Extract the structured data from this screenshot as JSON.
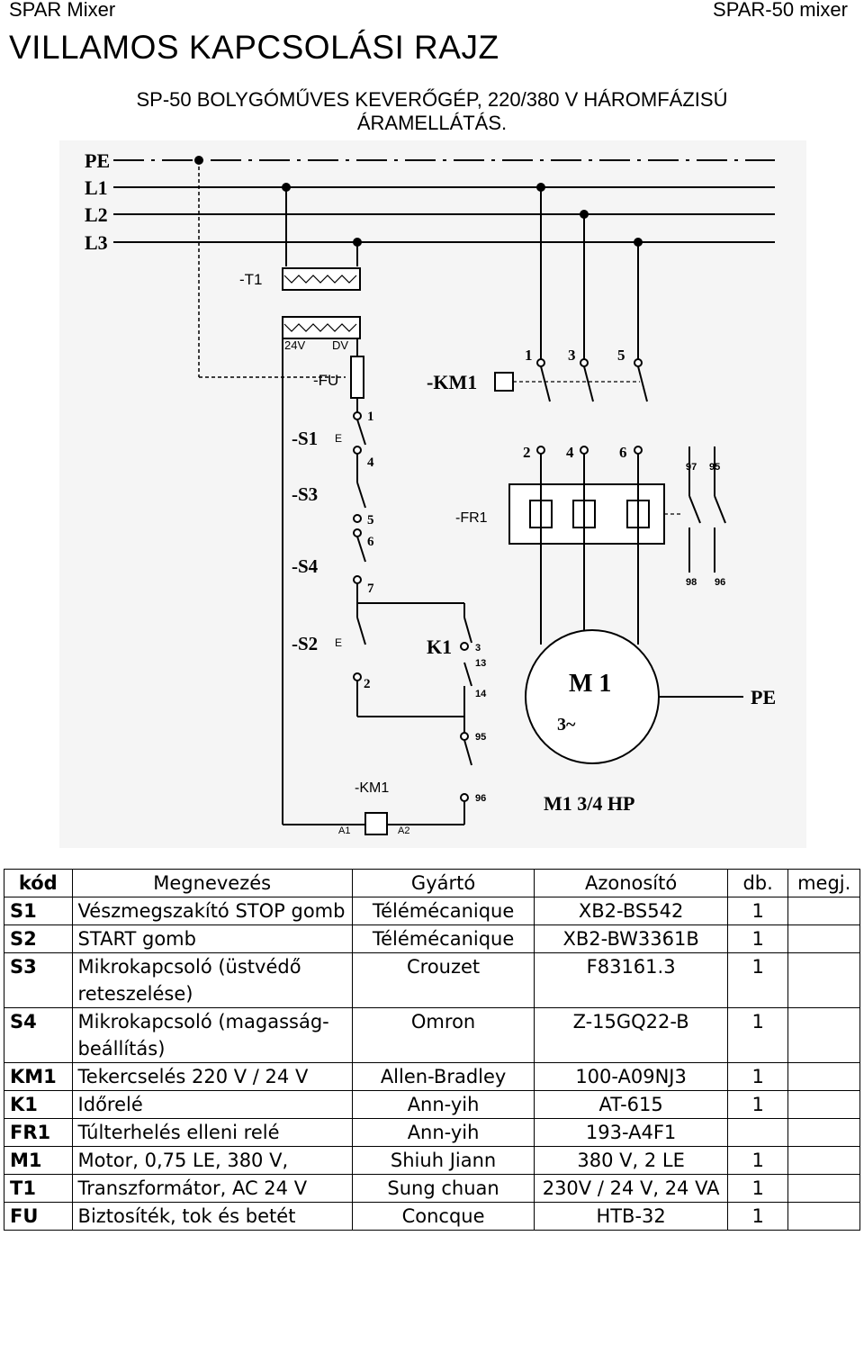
{
  "header": {
    "left": "SPAR Mixer",
    "right": "SPAR-50 mixer",
    "title": "VILLAMOS KAPCSOLÁSI RAJZ",
    "subtitle_line1": "SP-50 BOLYGÓMŰVES KEVERŐGÉP, 220/380 V HÁROMFÁZISÚ",
    "subtitle_line2": "ÁRAMELLÁTÁS."
  },
  "schematic": {
    "rails": [
      "PE",
      "L1",
      "L2",
      "L3"
    ],
    "transformer": "-T1",
    "transformer_out_left": "24V",
    "transformer_out_right": "DV",
    "fuse": "-FU",
    "s1": "-S1",
    "s3": "-S3",
    "s4": "-S4",
    "s2": "-S2",
    "k1": "K1",
    "km1_top": "-KM1",
    "km1_coil": "-KM1",
    "fr1": "-FR1",
    "e1": "E",
    "e2": "E",
    "n1": "1",
    "n4": "4",
    "n5": "5",
    "n6": "6",
    "n7": "7",
    "n2": "2",
    "p1": "1",
    "p3": "3",
    "p5": "5",
    "p2": "2",
    "p4": "4",
    "p6": "6",
    "k3": "3",
    "k13": "13",
    "k14": "14",
    "c95": "95",
    "c96": "96",
    "a1": "A1",
    "a2": "A2",
    "fr97": "97",
    "fr95": "95",
    "fr98": "98",
    "fr96": "96",
    "motor": "M 1",
    "motor_phase": "3~",
    "motor_pe": "PE",
    "motor_rating": "M1  3/4 HP"
  },
  "table": {
    "headers": [
      "kód",
      "Megnevezés",
      "Gyártó",
      "Azonosító",
      "db.",
      "megj."
    ],
    "rows": [
      {
        "code": "S1",
        "name": "Vészmegszakító STOP gomb",
        "manufacturer": "Télémécanique",
        "id": "XB2-BS542",
        "qty": "1",
        "note": ""
      },
      {
        "code": "S2",
        "name": "START gomb",
        "manufacturer": "Télémécanique",
        "id": "XB2-BW3361B",
        "qty": "1",
        "note": ""
      },
      {
        "code": "S3",
        "name": "Mikrokapcsoló (üstvédő reteszelése)",
        "manufacturer": "Crouzet",
        "id": "F83161.3",
        "qty": "1",
        "note": ""
      },
      {
        "code": "S4",
        "name": "Mikrokapcsoló (magasság-beállítás)",
        "manufacturer": "Omron",
        "id": "Z-15GQ22-B",
        "qty": "1",
        "note": ""
      },
      {
        "code": "KM1",
        "name": "Tekercselés 220 V / 24 V",
        "manufacturer": "Allen-Bradley",
        "id": "100-A09NJ3",
        "qty": "1",
        "note": ""
      },
      {
        "code": "K1",
        "name": "Időrelé",
        "manufacturer": "Ann-yih",
        "id": "AT-615",
        "qty": "1",
        "note": ""
      },
      {
        "code": "FR1",
        "name": "Túlterhelés elleni relé",
        "manufacturer": "Ann-yih",
        "id": "193-A4F1",
        "qty": "",
        "note": ""
      },
      {
        "code": "M1",
        "name": "Motor, 0,75 LE, 380 V,",
        "manufacturer": "Shiuh Jiann",
        "id": "380 V, 2 LE",
        "qty": "1",
        "note": ""
      },
      {
        "code": "T1",
        "name": "Transzformátor, AC 24 V",
        "manufacturer": "Sung chuan",
        "id": "230V / 24 V, 24 VA",
        "qty": "1",
        "note": ""
      },
      {
        "code": "FU",
        "name": "Biztosíték, tok és betét",
        "manufacturer": "Concque",
        "id": "HTB-32",
        "qty": "1",
        "note": ""
      }
    ]
  }
}
